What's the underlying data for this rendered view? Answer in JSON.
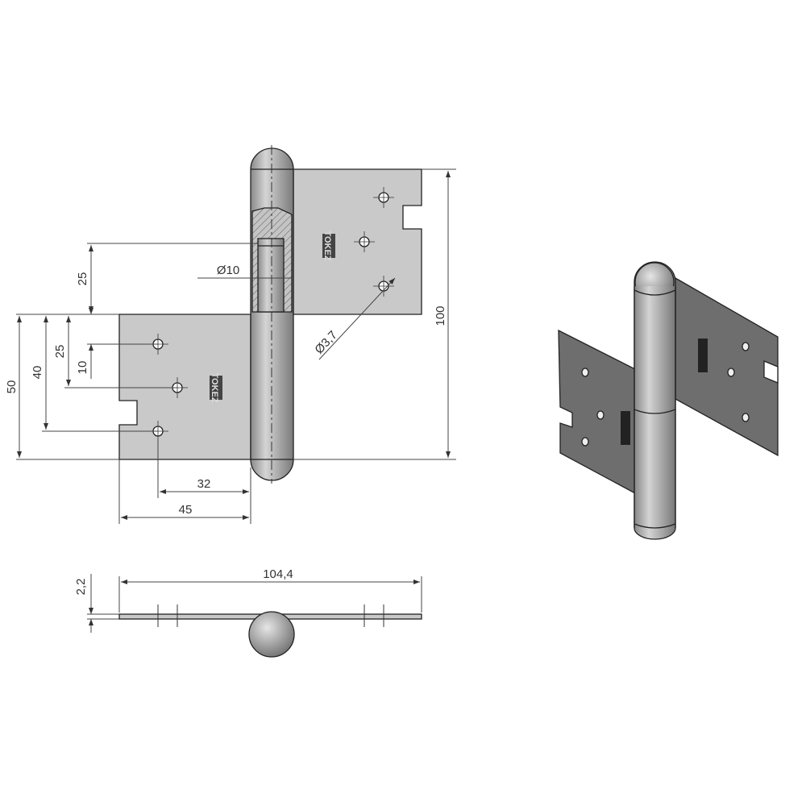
{
  "colors": {
    "leaf": "#c9c9c9",
    "pin": "#a8a8a8",
    "iso_leaf": "#6e6e6e",
    "iso_pin": "#8a8a8a",
    "line": "#222222"
  },
  "logo_text": "TOKEZ",
  "front_view": {
    "dim_height_total": "100",
    "dim_pin_diameter": "Ø10",
    "dim_hole_diameter": "Ø3,7",
    "dim_upper_offset": "25",
    "dim_lower_leaf_height": "50",
    "dim_bottom_hole": "40",
    "dim_middle_hole": "25",
    "dim_top_hole": "10",
    "dim_hole_to_pin": "32",
    "dim_leaf_width": "45"
  },
  "top_view": {
    "dim_total_width": "104,4",
    "dim_thickness": "2,2"
  }
}
